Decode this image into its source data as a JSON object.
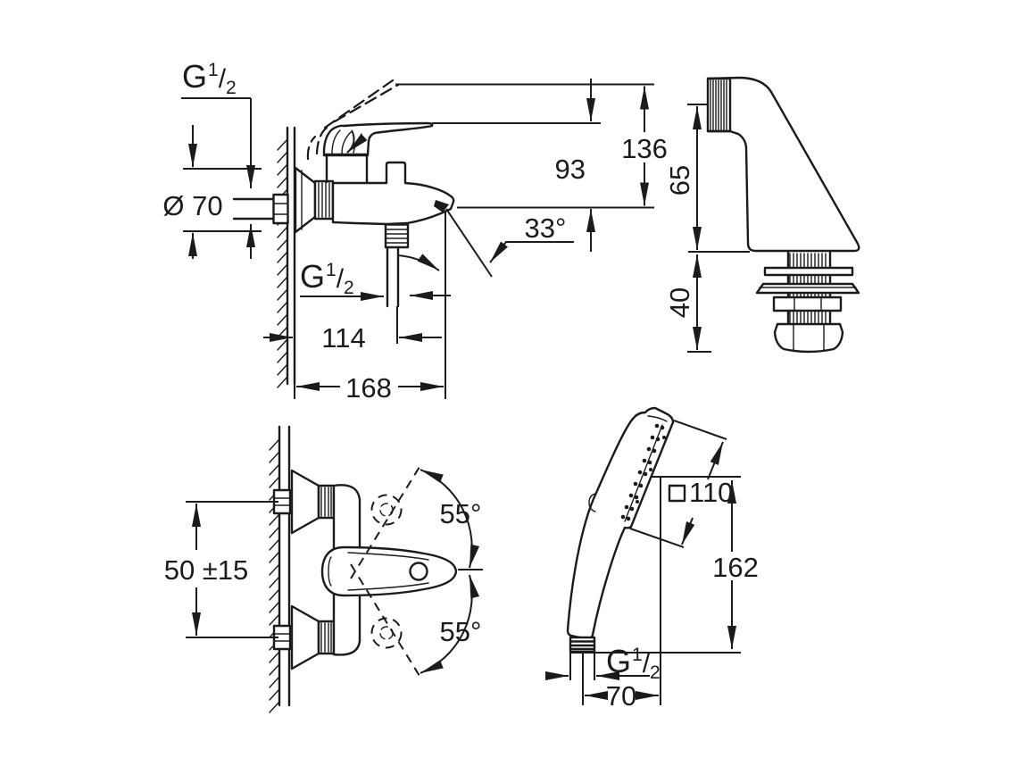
{
  "colors": {
    "ink": "#1b1b1b",
    "paper": "#ffffff"
  },
  "thread_label": {
    "base": "G",
    "sup": "1",
    "slash": "/",
    "sub": "2"
  },
  "views": {
    "side_mixer": {
      "dims": {
        "diameter": "Ø 70",
        "height_93": "93",
        "height_136": "136",
        "spout_angle": "33°",
        "depth_114": "114",
        "depth_168": "168"
      }
    },
    "shower_holder": {
      "dims": {
        "height_65": "65",
        "height_40": "40"
      }
    },
    "front_mixer": {
      "dims": {
        "inlet_spacing": "50 ±15",
        "swing_up": "55°",
        "swing_down": "55°"
      }
    },
    "hand_shower": {
      "dims": {
        "spray_face_110": "110",
        "length_162": "162",
        "offset_70": "70"
      }
    }
  }
}
